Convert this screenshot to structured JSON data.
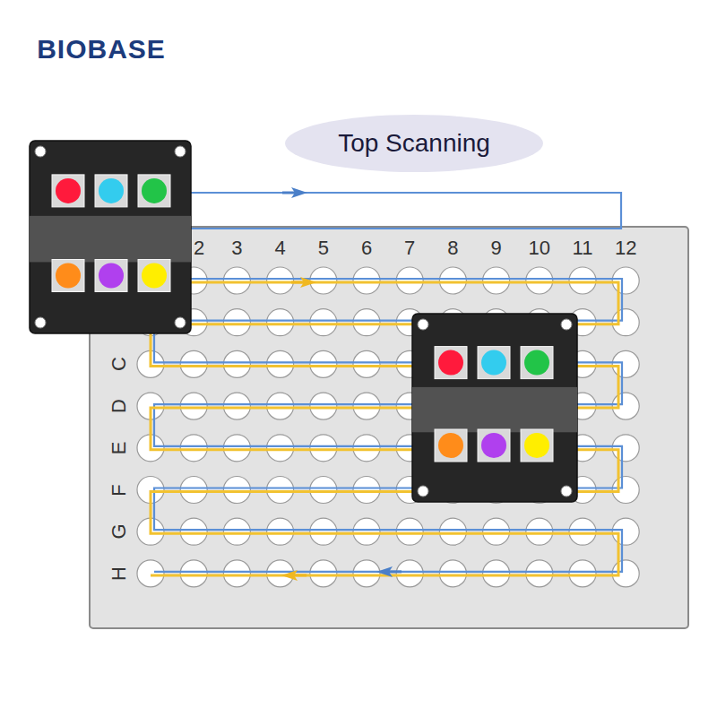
{
  "diagram": {
    "nodes": [
      {
        "text": [
          "Top Scanning"
        ]
      }
    ],
    "labels": [
      "BIOBASE",
      "2",
      "3",
      "4",
      "5",
      "6",
      "7",
      "8",
      "9",
      "10",
      "11",
      "12",
      "C",
      "D",
      "E",
      "F",
      "G",
      "H"
    ]
  }
}
